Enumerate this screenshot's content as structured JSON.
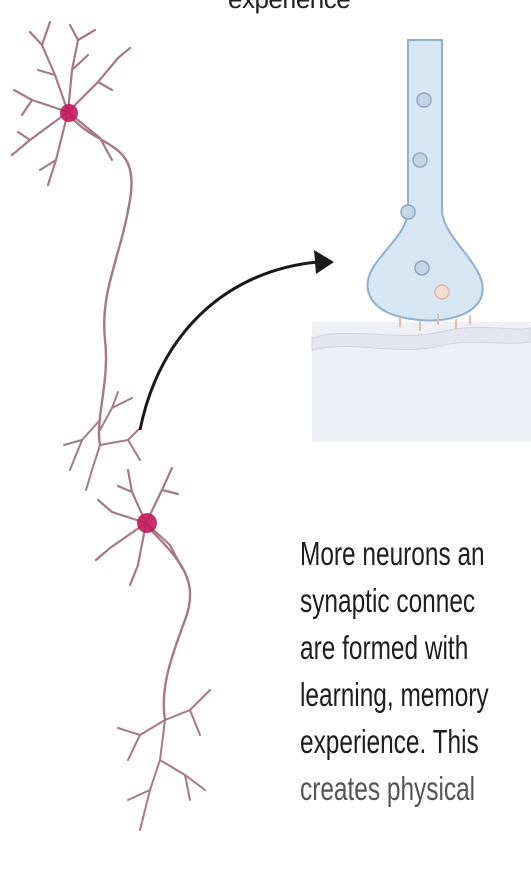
{
  "header": {
    "top_text": "experience"
  },
  "description": {
    "lines": [
      "More neurons an",
      "synaptic connec",
      "are formed with",
      "learning, memory",
      "experience. This",
      "creates physical"
    ]
  },
  "colors": {
    "neuron_body": "#c2185b",
    "neuron_stroke": "#9a6b7d",
    "synapse_fill": "#d6e6f5",
    "synapse_stroke": "#8fb0cf",
    "vesicle": "#9fb6cc",
    "postsynaptic_fill": "#eef0f6",
    "arrow": "#1a1a1a"
  }
}
